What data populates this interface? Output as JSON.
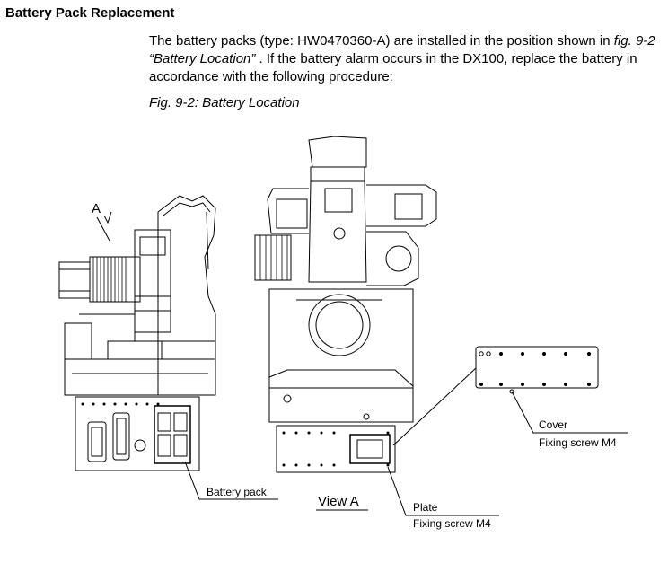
{
  "section": {
    "title": "Battery Pack Replacement"
  },
  "paragraph": {
    "part1": "The battery packs (type: HW0470360-A) are installed in the position shown in ",
    "fig_ref": "fig. 9-2",
    "part2": "  “Battery Location”",
    "part3": " .  If the battery alarm occurs in the DX100, replace the battery in accordance with the following procedure:"
  },
  "figure": {
    "caption": "Fig. 9-2: Battery Location",
    "labels": {
      "arrow_a": "A",
      "battery_pack": "Battery pack",
      "view_a": "View A",
      "plate": "Plate",
      "plate_screw": "Fixing screw M4",
      "cover": "Cover",
      "cover_screw": "Fixing screw M4"
    }
  }
}
